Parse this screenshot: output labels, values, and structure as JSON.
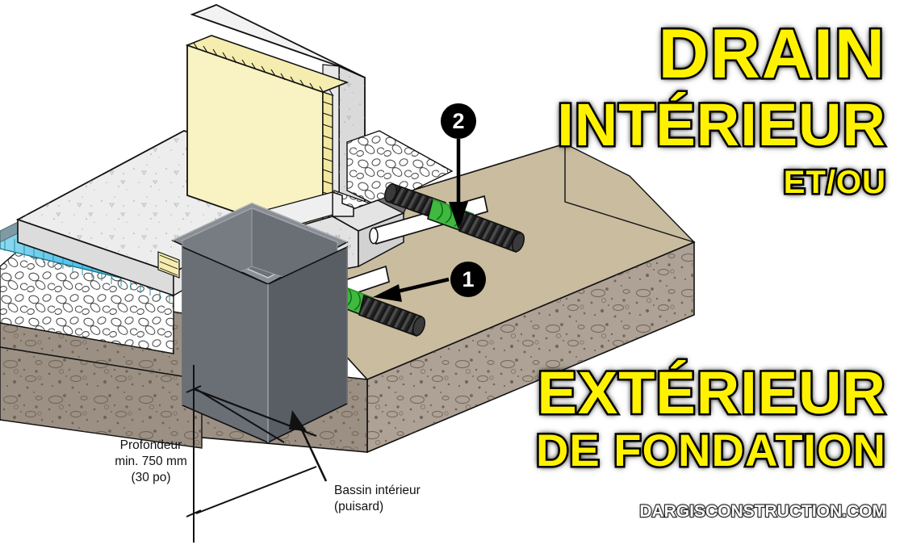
{
  "title": {
    "line1": "DRAIN",
    "line2": "INTÉRIEUR",
    "line3": "ET/OU",
    "line4": "EXTÉRIEUR",
    "line5": "DE FONDATION"
  },
  "watermark": "DARGISCONSTRUCTION.COM",
  "callouts": [
    {
      "number": "1",
      "target": "corrugated-perforated-drain-pipe"
    },
    {
      "number": "2",
      "target": "green-pipe-coupling"
    }
  ],
  "annotations": {
    "depth": {
      "line1": "Profondeur",
      "line2": "min. 750 mm",
      "line3": "(30 po)"
    },
    "basin": {
      "line1": "Bassin intérieur",
      "line2": "(puisard)"
    }
  },
  "colors": {
    "title_yellow": "#FFF200",
    "title_outline": "#000000",
    "pipe_black": "#2A2A2A",
    "coupling_green": "#3FB93F",
    "coupling_green_dark": "#2E9E2E",
    "pipe_white": "#FFFFFF",
    "soil_top": "#C9BC9F",
    "soil_face": "#ADA295",
    "soil_face_dark": "#9C9084",
    "concrete": "#E9E9E9",
    "concrete_shade": "#D5D5D5",
    "insulation_yellow": "#F7F0BE",
    "gravel_white": "#FFFFFF",
    "membrane_blue": "#5CC8EC",
    "membrane_teal": "#63BDB2",
    "basin_gray": "#6A6F76",
    "basin_gray_dark": "#4E535A",
    "basin_rim": "#878C93",
    "outline": "#111111",
    "watermark_white": "#FFFFFF"
  },
  "scene": {
    "layers": [
      "excavated-soil-block",
      "gravel-drainage-bed",
      "concrete-footing",
      "concrete-foundation-wall",
      "rigid-insulation-panel",
      "concrete-slab",
      "polyethylene-membrane",
      "interior-sump-basin",
      "exterior-drain-pipe",
      "interior-drain-pipe",
      "white-solid-pipe"
    ]
  }
}
